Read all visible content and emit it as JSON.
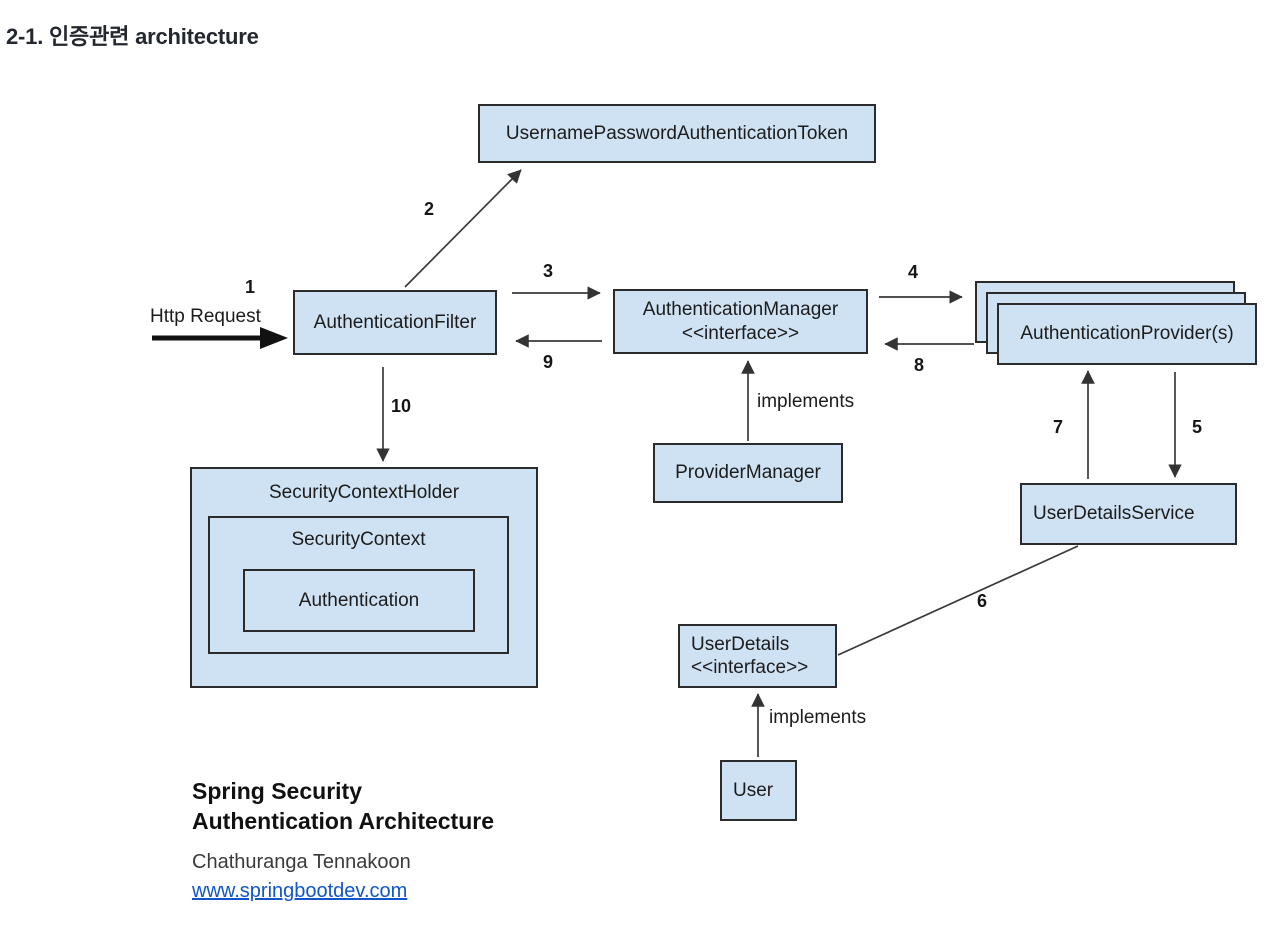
{
  "title": "2-1. 인증관련 architecture",
  "diagram": {
    "boxes": {
      "token": {
        "label": "UsernamePasswordAuthenticationToken"
      },
      "filter": {
        "label": "AuthenticationFilter"
      },
      "manager": {
        "label": "AuthenticationManager",
        "stereotype": "<<interface>>"
      },
      "provider": {
        "label": "AuthenticationProvider(s)"
      },
      "provider_manager": {
        "label": "ProviderManager"
      },
      "security_context_holder": {
        "label": "SecurityContextHolder"
      },
      "security_context": {
        "label": "SecurityContext"
      },
      "authentication": {
        "label": "Authentication"
      },
      "user_details_service": {
        "label": "UserDetailsService"
      },
      "user_details": {
        "label": "UserDetails",
        "stereotype": "<<interface>>"
      },
      "user": {
        "label": "User"
      }
    },
    "edge_labels": {
      "http_request": "Http Request",
      "implements_top": "implements",
      "implements_bottom": "implements"
    },
    "steps": {
      "s1": "1",
      "s2": "2",
      "s3": "3",
      "s4": "4",
      "s5": "5",
      "s6": "6",
      "s7": "7",
      "s8": "8",
      "s9": "9",
      "s10": "10"
    }
  },
  "footer": {
    "heading_line1": "Spring Security",
    "heading_line2": "Authentication Architecture",
    "author": "Chathuranga Tennakoon",
    "link": "www.springbootdev.com"
  },
  "colors": {
    "box_fill": "#cfe2f3",
    "box_border": "#2b2b2b",
    "arrow": "#3a3a3a",
    "link_blue": "#1155cc",
    "text": "#1c1c1c"
  }
}
